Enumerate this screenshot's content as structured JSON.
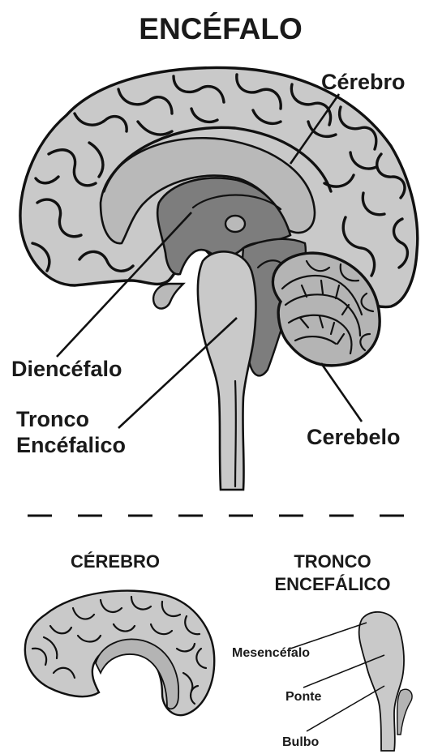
{
  "title": "ENCÉFALO",
  "main_labels": {
    "cerebro": "Cérebro",
    "diencefalo": "Diencéfalo",
    "tronco_line1": "Tronco",
    "tronco_line2": "Encéfalico",
    "cerebelo": "Cerebelo"
  },
  "bottom": {
    "cerebro_heading": "CÉREBRO",
    "tronco_heading_line1": "TRONCO",
    "tronco_heading_line2": "ENCEFÁLICO",
    "mesencefalo": "Mesencéfalo",
    "ponte": "Ponte",
    "bulbo": "Bulbo"
  },
  "colors": {
    "brain_light": "#c9c9c9",
    "brain_mid": "#b4b4b4",
    "diencephalon": "#7d7d7d",
    "outline": "#111111"
  }
}
